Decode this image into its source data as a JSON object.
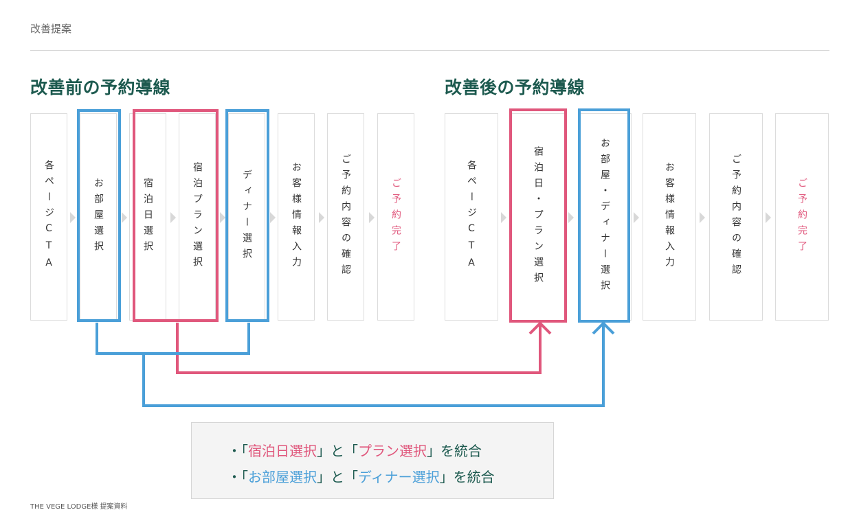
{
  "header": {
    "title": "改善提案"
  },
  "before": {
    "title": "改善前の予約導線",
    "steps": [
      {
        "label": "各ページCTA"
      },
      {
        "label": "お部屋選択"
      },
      {
        "label": "宿泊日選択"
      },
      {
        "label": "宿泊プラン選択"
      },
      {
        "label": "ディナー選択"
      },
      {
        "label": "お客様情報入力"
      },
      {
        "label": "ご予約内容の確認"
      },
      {
        "label": "ご予約完了"
      }
    ]
  },
  "after": {
    "title": "改善後の予約導線",
    "steps": [
      {
        "label": "各ページCTA"
      },
      {
        "label": "宿泊日・プラン選択"
      },
      {
        "label": "お部屋・ディナー選択"
      },
      {
        "label": "お客様情報入力"
      },
      {
        "label": "ご予約内容の確認"
      },
      {
        "label": "ご予約完了"
      }
    ]
  },
  "summary": {
    "line1": {
      "bullet": "・",
      "open1": "「",
      "a": "宿泊日選択",
      "mid": "」と「",
      "b": "プラン選択",
      "close": "」を統合"
    },
    "line2": {
      "bullet": "・",
      "open1": "「",
      "a": "お部屋選択",
      "mid": "」と「",
      "b": "ディナー選択",
      "close": "」を統合"
    }
  },
  "footer": {
    "text": "THE VEGE LODGE様 提案資料"
  },
  "colors": {
    "accent_green": "#1d5a4f",
    "pink": "#e0577c",
    "blue": "#4a9fd8"
  }
}
